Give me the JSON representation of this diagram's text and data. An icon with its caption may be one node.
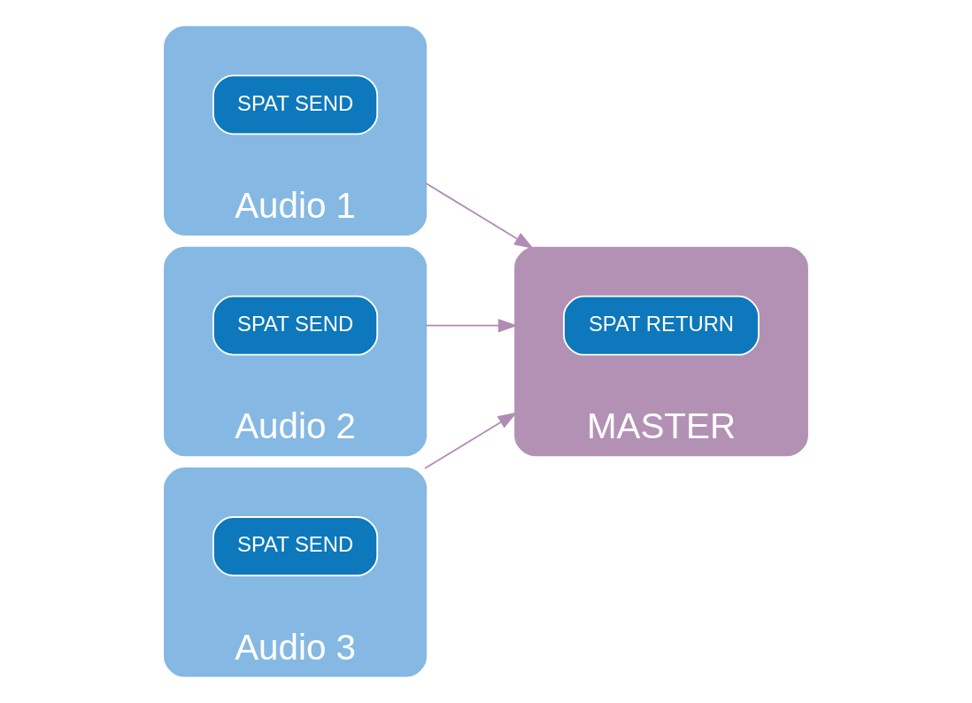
{
  "diagram": {
    "nodes": [
      {
        "text": [
          "Audio 1"
        ]
      },
      {
        "text": [
          "SPAT SEND"
        ],
        "in": 0
      },
      {
        "text": [
          "Audio 2"
        ]
      },
      {
        "text": [
          "SPAT SEND"
        ],
        "in": 2
      },
      {
        "text": [
          "Audio 3"
        ]
      },
      {
        "text": [
          "SPAT SEND"
        ],
        "in": 4
      },
      {
        "text": [
          "MASTER"
        ]
      },
      {
        "text": [
          "SPAT RETURN"
        ],
        "in": 6
      }
    ],
    "edges": [
      {
        "from": 0,
        "to": 6,
        "arrow": "to"
      },
      {
        "from": 2,
        "to": 6,
        "arrow": "to"
      },
      {
        "from": 4,
        "to": 6,
        "arrow": "to"
      }
    ]
  }
}
